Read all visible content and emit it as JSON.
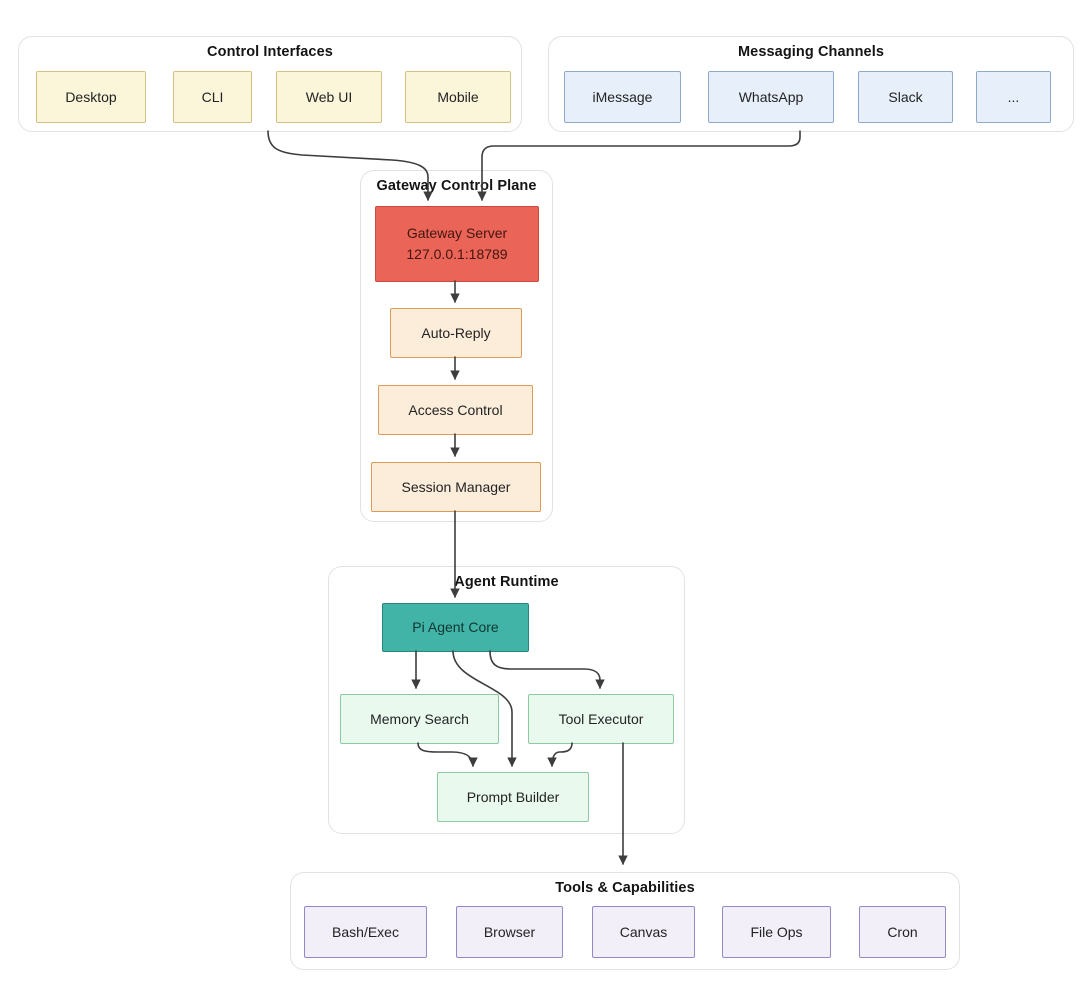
{
  "groups": {
    "control": {
      "title": "Control Interfaces",
      "nodes": {
        "desktop": "Desktop",
        "cli": "CLI",
        "webui": "Web UI",
        "mobile": "Mobile"
      }
    },
    "messaging": {
      "title": "Messaging Channels",
      "nodes": {
        "imessage": "iMessage",
        "whatsapp": "WhatsApp",
        "slack": "Slack",
        "more": "..."
      }
    },
    "gateway": {
      "title": "Gateway Control Plane",
      "nodes": {
        "server": "Gateway Server",
        "server_addr": "127.0.0.1:18789",
        "autoreply": "Auto-Reply",
        "access": "Access Control",
        "session": "Session Manager"
      }
    },
    "runtime": {
      "title": "Agent Runtime",
      "nodes": {
        "core": "Pi Agent Core",
        "memory": "Memory Search",
        "toolexec": "Tool Executor",
        "prompt": "Prompt Builder"
      }
    },
    "capabilities": {
      "title": "Tools & Capabilities",
      "nodes": {
        "bash": "Bash/Exec",
        "browser": "Browser",
        "canvas": "Canvas",
        "fileops": "File Ops",
        "cron": "Cron"
      }
    }
  },
  "colors": {
    "interface_fill": "#fbf5da",
    "interface_border": "#d2c383",
    "messaging_fill": "#e7f0fa",
    "messaging_border": "#8fa9cc",
    "gateway_server_fill": "#ea6557",
    "gateway_server_border": "#c8493f",
    "gateway_stage_fill": "#fcedda",
    "gateway_stage_border": "#dc9c58",
    "agent_core_fill": "#41b3a7",
    "agent_core_border": "#28847c",
    "runtime_fill": "#e9f9ee",
    "runtime_border": "#8cc9a2",
    "tools_fill": "#f2eff9",
    "tools_border": "#9289c5",
    "edge": "#3d3d3d",
    "group_border": "#e2e2e2"
  }
}
